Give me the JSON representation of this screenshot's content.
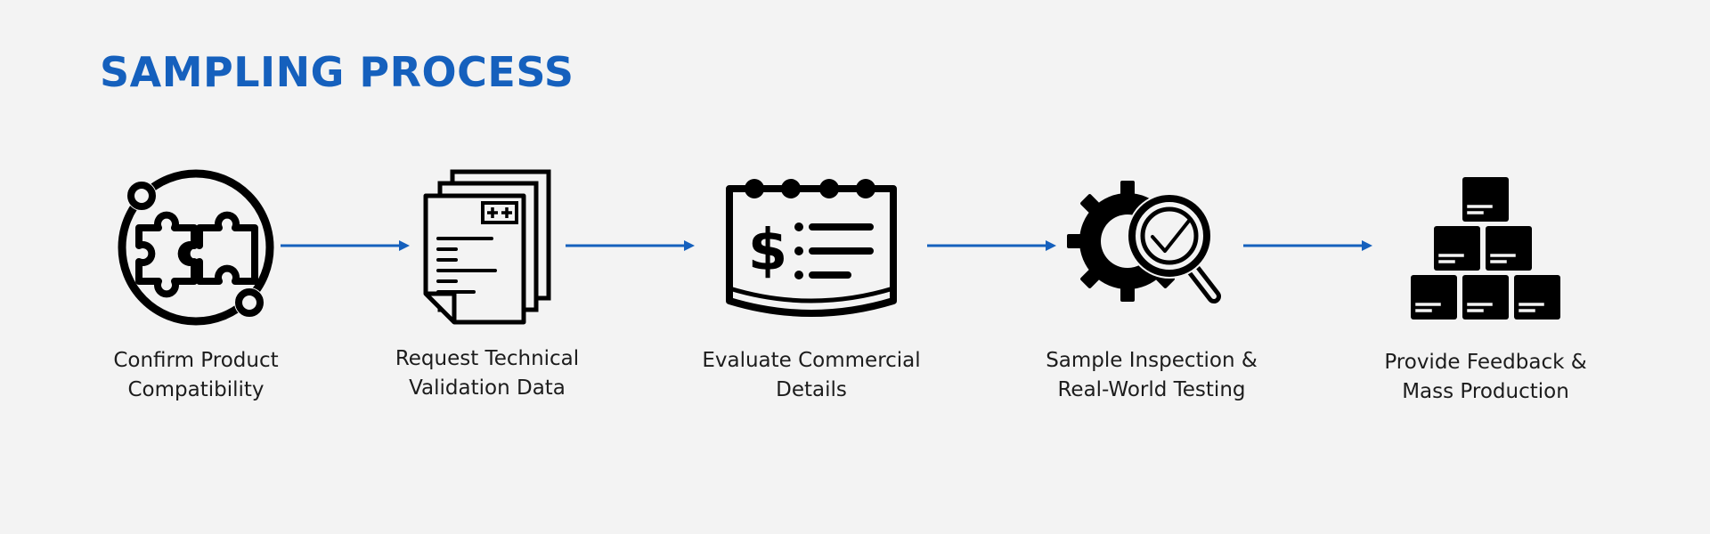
{
  "title": "SAMPLING PROCESS",
  "colors": {
    "accent": "#1560bd",
    "icon": "#000000",
    "background": "#f3f3f3",
    "text": "#1c1c1c"
  },
  "steps": [
    {
      "icon": "puzzle-circle-icon",
      "label_line1": "Confirm Product",
      "label_line2": "Compatibility"
    },
    {
      "icon": "documents-stack-icon",
      "label_line1": "Request Technical",
      "label_line2": "Validation Data"
    },
    {
      "icon": "price-list-calendar-icon",
      "label_line1": "Evaluate Commercial",
      "label_line2": "Details"
    },
    {
      "icon": "gear-magnifier-check-icon",
      "label_line1": "Sample Inspection &",
      "label_line2": "Real-World Testing"
    },
    {
      "icon": "box-pyramid-icon",
      "label_line1": "Provide Feedback &",
      "label_line2": "Mass Production"
    }
  ]
}
